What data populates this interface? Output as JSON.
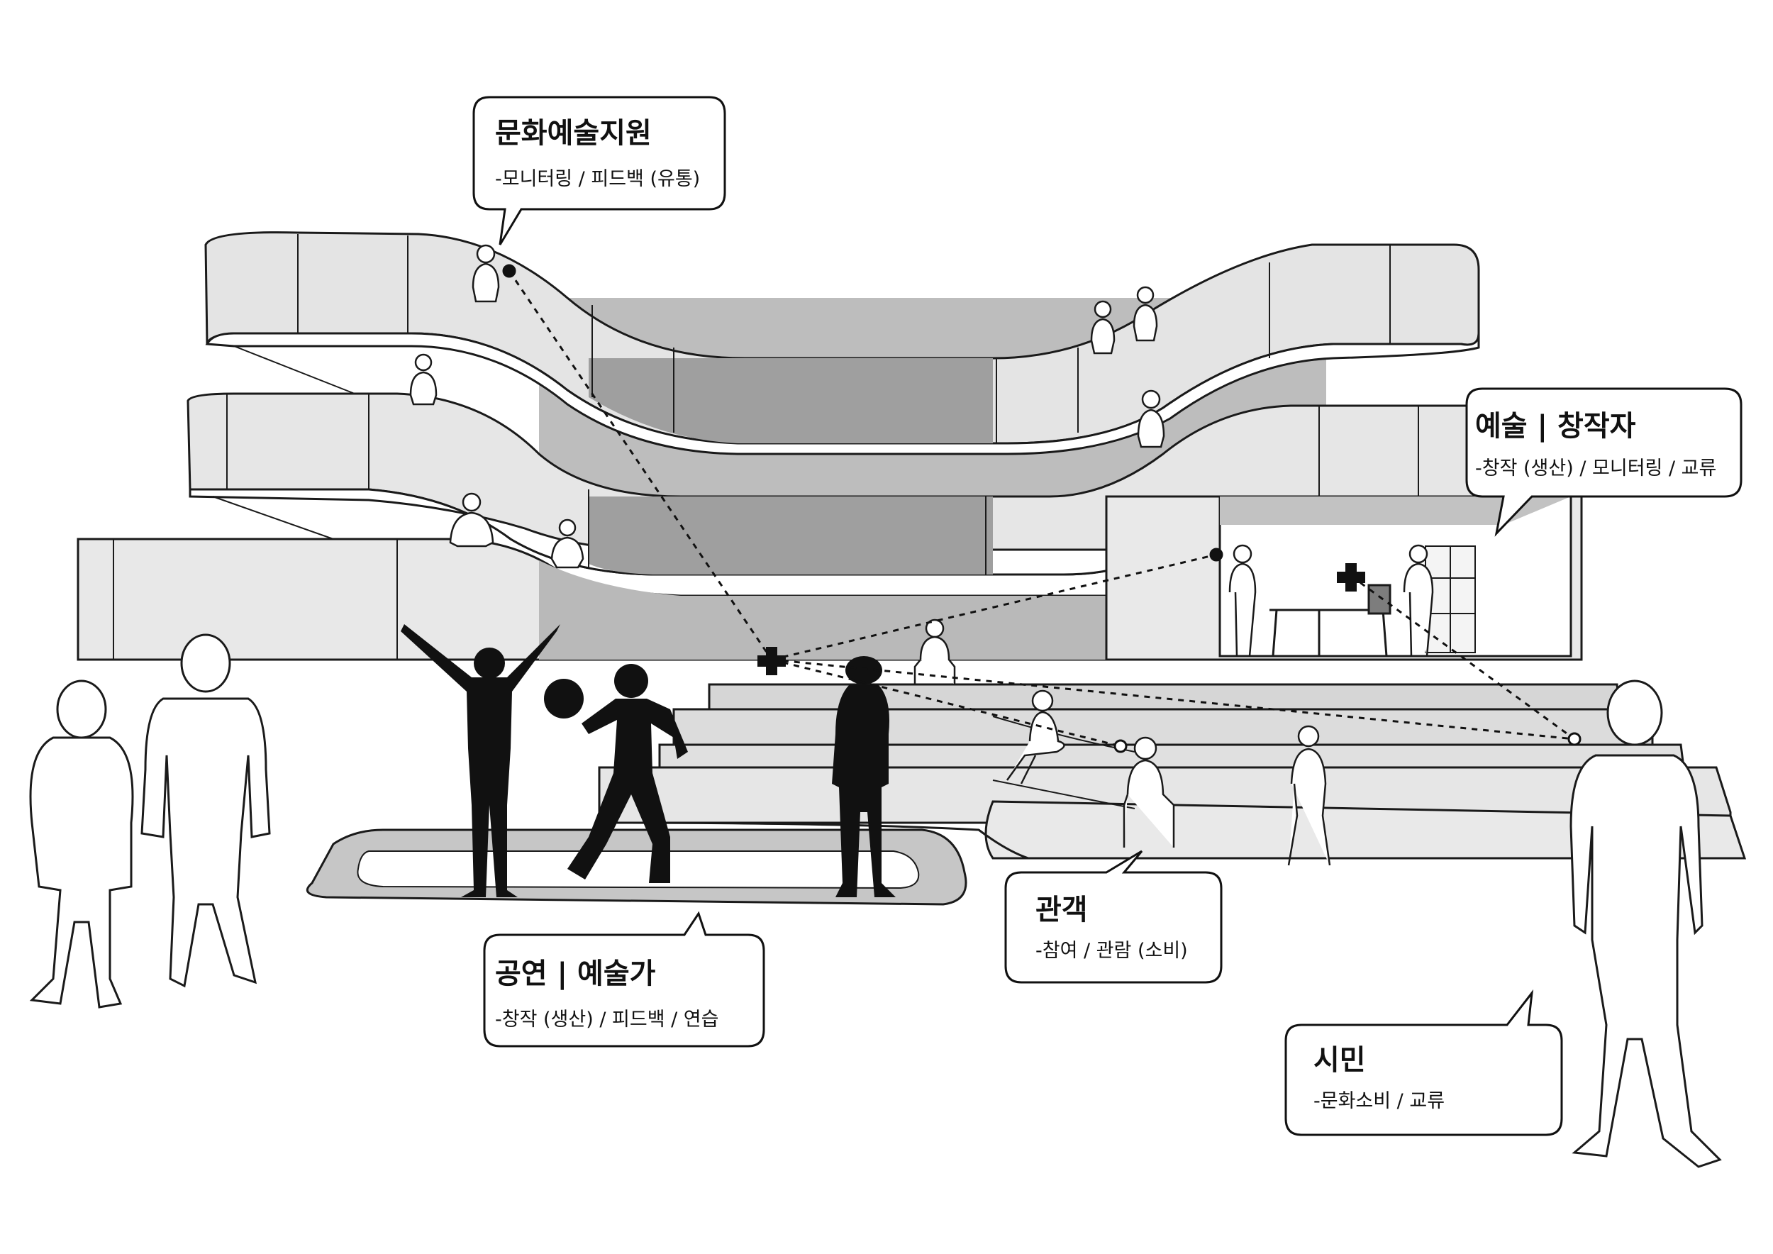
{
  "callouts": {
    "support": {
      "title": "문화예술지원",
      "subtitle": "-모니터링 / 피드백 (유통)"
    },
    "creator": {
      "title": "예술 | 창작자",
      "subtitle": "-창작 (생산) / 모니터링 / 교류"
    },
    "performer": {
      "title": "공연 | 예술가",
      "subtitle": "-창작 (생산) / 피드백 / 연습"
    },
    "audience": {
      "title": "관객",
      "subtitle": "-참여 / 관람 (소비)"
    },
    "citizen": {
      "title": "시민",
      "subtitle": "-문화소비 / 교류"
    }
  },
  "colors": {
    "line": "#1a1a1a",
    "floor_light": "#e2e2e2",
    "floor_mid": "#c9c9c9",
    "floor_dark": "#a9a9a9",
    "silhouette": "#111111",
    "figure_fill": "#ffffff"
  },
  "icons": [
    "hub-plus-icon",
    "dotted-link-line",
    "node-dot-icon"
  ]
}
